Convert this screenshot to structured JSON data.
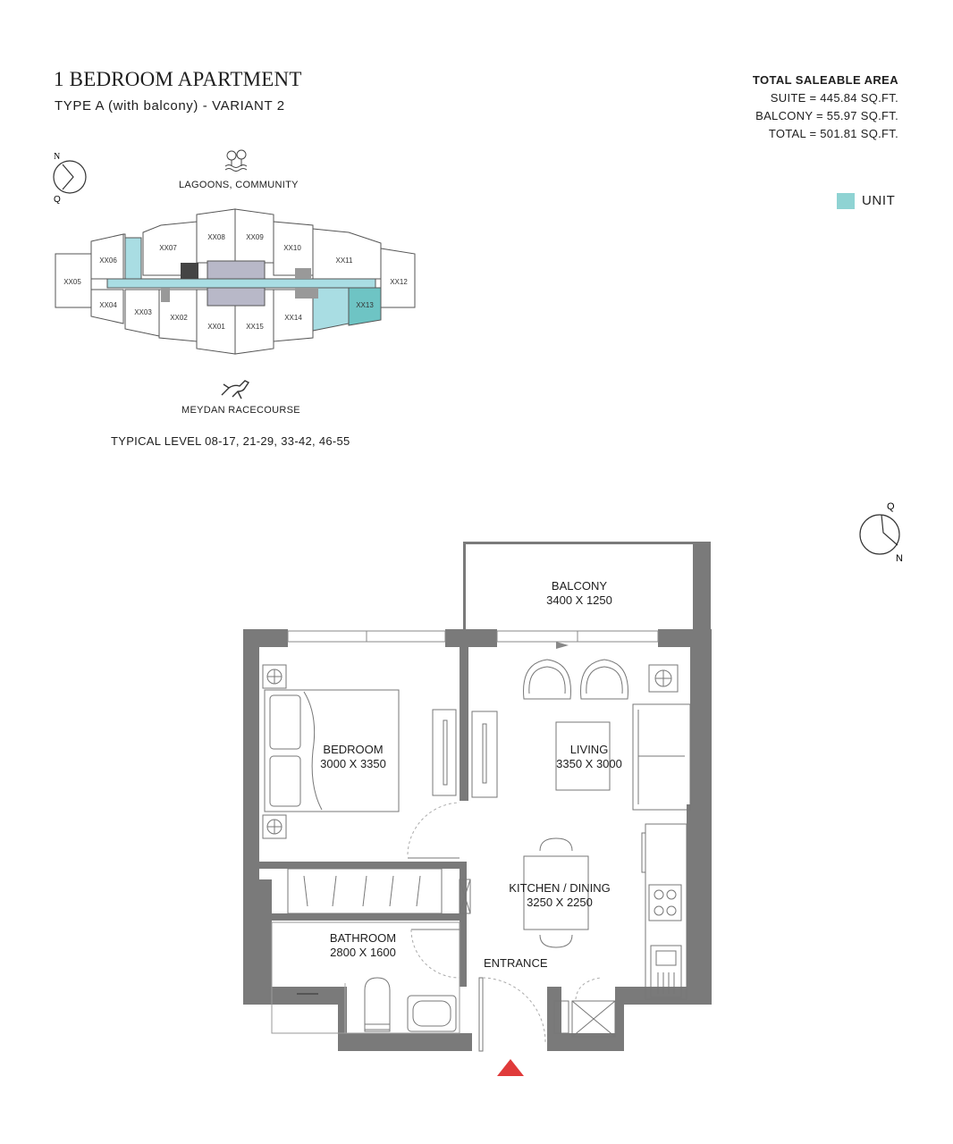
{
  "header": {
    "title": "1 BEDROOM APARTMENT",
    "subtitle": "TYPE A (with balcony) - VARIANT 2"
  },
  "area": {
    "heading": "TOTAL SALEABLE AREA",
    "suite": "SUITE = 445.84 SQ.FT.",
    "balcony": "BALCONY = 55.97 SQ.FT.",
    "total": "TOTAL = 501.81 SQ.FT."
  },
  "legend": {
    "label": "UNIT",
    "color": "#8fd3d3"
  },
  "keyplan": {
    "top_label": "LAGOONS, COMMUNITY",
    "bottom_label": "MEYDAN RACECOURSE",
    "level": "TYPICAL LEVEL 08-17, 21-29, 33-42, 46-55",
    "compass_n": "N",
    "compass_q": "Q",
    "units": [
      "XX05",
      "XX06",
      "XX07",
      "XX08",
      "XX09",
      "XX10",
      "XX11",
      "XX12",
      "XX04",
      "XX03",
      "XX02",
      "XX01",
      "XX15",
      "XX14",
      "XX13"
    ],
    "highlight_color": "#8fd3d3",
    "selected_color": "#6ec4c4"
  },
  "plan": {
    "compass_q": "Q",
    "compass_n": "N",
    "rooms": {
      "balcony": {
        "name": "BALCONY",
        "dims": "3400 X 1250"
      },
      "bedroom": {
        "name": "BEDROOM",
        "dims": "3000 X 3350"
      },
      "living": {
        "name": "LIVING",
        "dims": "3350 X 3000"
      },
      "kitchen": {
        "name": "KITCHEN / DINING",
        "dims": "3250 X 2250"
      },
      "bathroom": {
        "name": "BATHROOM",
        "dims": "2800 X 1600"
      },
      "entrance": {
        "name": "ENTRANCE"
      }
    },
    "wall_color": "#7a7a7a",
    "entry_marker_color": "#e03a3a"
  }
}
